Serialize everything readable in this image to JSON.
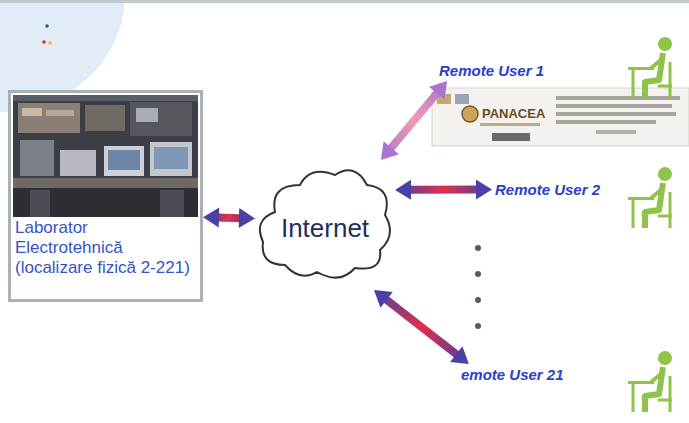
{
  "diagram": {
    "nodes": [
      {
        "text": [
          "Laborator Electrotehnică (localizare fizică 2-221)"
        ]
      },
      {
        "text": [
          "Internet"
        ]
      },
      {
        "text": [
          "Remote User 1"
        ]
      },
      {
        "text": [
          "Remote User 2"
        ]
      },
      {
        "text": [
          "emote User 21"
        ]
      }
    ],
    "edges": [
      {
        "from": 0,
        "to": 1,
        "arrow": "both"
      },
      {
        "from": 1,
        "to": 2,
        "arrow": "both"
      },
      {
        "from": 1,
        "to": 3,
        "arrow": "both"
      },
      {
        "from": 1,
        "to": 4,
        "arrow": "both"
      }
    ],
    "labels": [
      "PANACEA"
    ]
  }
}
